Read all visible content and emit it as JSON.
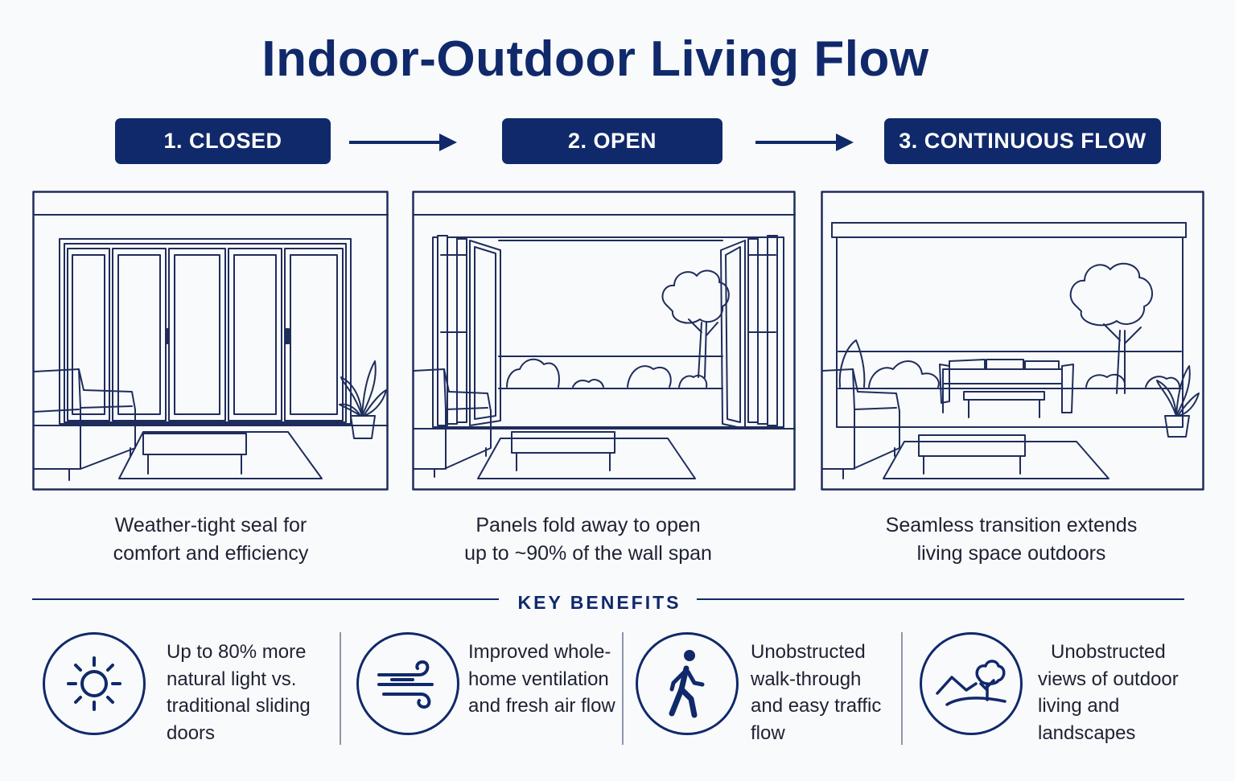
{
  "title": "Indoor-Outdoor Living Flow",
  "steps": [
    {
      "label": "1. CLOSED",
      "caption": [
        "Weather-tight seal for",
        "comfort and efficiency"
      ]
    },
    {
      "label": "2. OPEN",
      "caption": [
        "Panels fold away to open",
        "up to ~90% of the wall span"
      ]
    },
    {
      "label": "3. CONTINUOUS FLOW",
      "caption": [
        "Seamless transition extends",
        "living space outdoors"
      ]
    }
  ],
  "key_benefits": {
    "heading": "KEY BENEFITS",
    "items": [
      {
        "icon": "sun-icon",
        "lines": [
          "Up to 80% more",
          "natural light vs.",
          "traditional sliding",
          "doors"
        ]
      },
      {
        "icon": "wind-icon",
        "lines": [
          "Improved whole-",
          "home ventilation",
          "and fresh air flow"
        ]
      },
      {
        "icon": "walking-person-icon",
        "lines": [
          "Unobstructed",
          "walk-through",
          "and easy traffic",
          "flow"
        ]
      },
      {
        "icon": "landscape-icon",
        "lines": [
          "Unobstructed",
          "views of outdoor",
          "living and",
          "landscapes"
        ]
      }
    ]
  },
  "colors": {
    "navy": "#10296b",
    "line": "#1f2d5c",
    "background": "#f9fafb"
  }
}
